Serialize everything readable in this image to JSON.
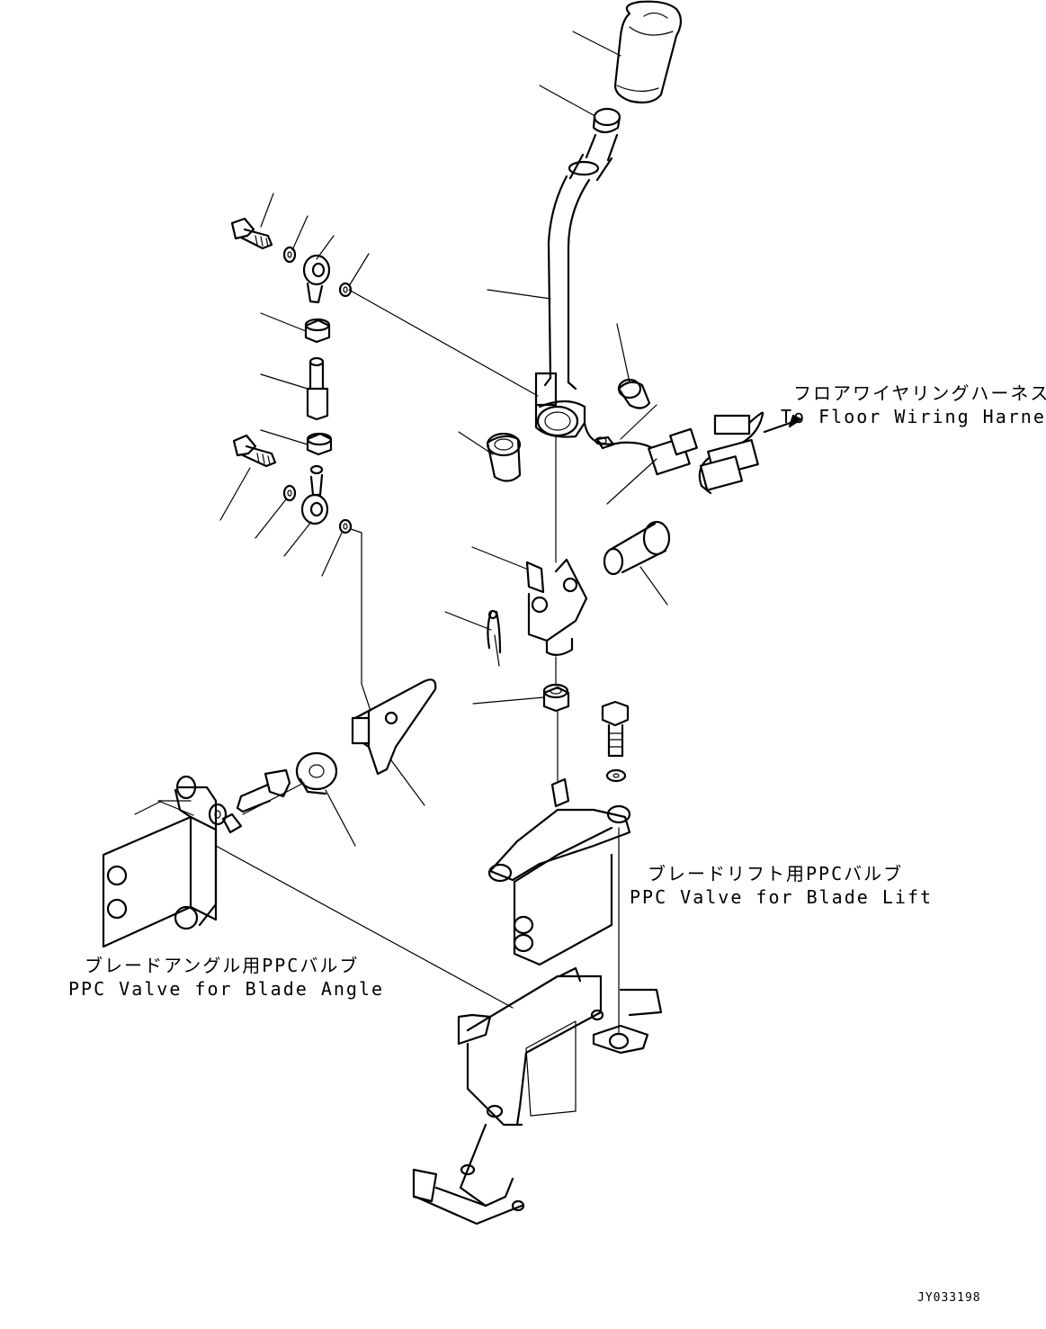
{
  "labels": {
    "floor_harness_jp": "フロアワイヤリングハーネスへ",
    "floor_harness_en": "To Floor Wiring Harness",
    "blade_lift_jp": "ブレードリフト用PPCバルブ",
    "blade_lift_en": "PPC Valve for Blade Lift",
    "blade_angle_jp": "ブレードアングル用PPCバルブ",
    "blade_angle_en": "PPC Valve for Blade Angle"
  },
  "drawing_code": "JY033198"
}
